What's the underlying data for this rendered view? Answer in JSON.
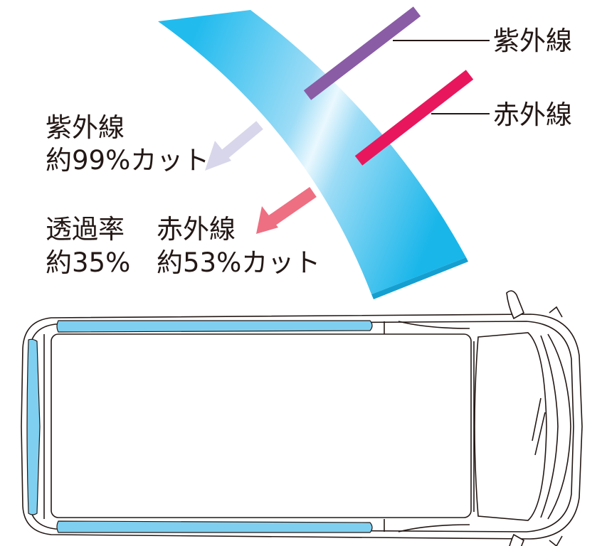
{
  "callouts": {
    "uv_ray": "紫外線",
    "ir_ray": "赤外線"
  },
  "results": {
    "uv_title": "紫外線",
    "uv_value": "約99%カット",
    "transmittance_title": "透過率",
    "transmittance_value": "約35%",
    "ir_title": "赤外線",
    "ir_value": "約53%カット"
  },
  "colors": {
    "uv": "#8a5ca6",
    "ir": "#e8175d",
    "uv_arrow": "#d8d6ea",
    "ir_arrow": "#ee6f82",
    "glass_edge": "#1bb8ec",
    "glass_center": "#e6f6fd",
    "tinted_window": "#7fd0f0",
    "car_outline": "#231815"
  }
}
